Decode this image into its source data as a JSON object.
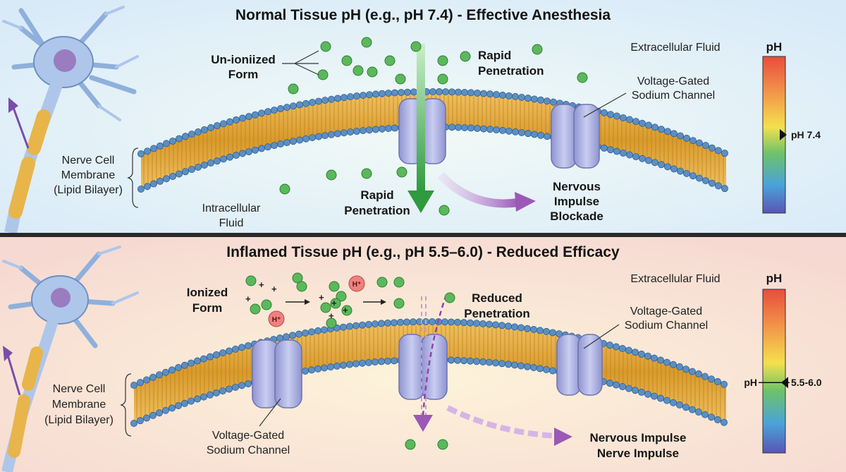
{
  "colors": {
    "top_bg": "#e4f1fb",
    "bottom_bg": "#fbe9e2",
    "molecule": "#5cb85c",
    "arrow_green": "#3fa34d",
    "arrow_purple": "#9b59b6",
    "channel": "#b7bce6",
    "head": "#5b8fc4",
    "tail": "#e3a93a",
    "h_ion": "#ef8080",
    "neuron": "#aec6ea"
  },
  "icons": [
    "neuron-icon",
    "sodium-channel-icon",
    "ph-scale-icon",
    "molecule-icon",
    "hydrogen-ion-icon"
  ],
  "top": {
    "title": "Normal Tissue pH (e.g., pH 7.4) - Effective Anesthesia",
    "unionized": [
      "Un-ioniized",
      "Form"
    ],
    "rapid_top": [
      "Rapid",
      "Penetration"
    ],
    "extracellular": "Extracellular Fluid",
    "channel": [
      "Voltage-Gated",
      "Sodium Channel"
    ],
    "membrane": [
      "Nerve Cell",
      "Membrane",
      "(Lipid Bilayer)"
    ],
    "intracellular": [
      "Intracellular",
      "Fluid"
    ],
    "rapid_bottom": [
      "Rapid",
      "Penetration"
    ],
    "blockade": [
      "Nervous",
      "Impulse",
      "Blockade"
    ],
    "ph_title": "pH",
    "ph_marker": "pH 7.4",
    "ph_level": 0.5
  },
  "bottom": {
    "title": "Inflamed Tissue pH (e.g., pH 5.5–6.0) - Reduced Efficacy",
    "ionized": [
      "Ionized",
      "Form"
    ],
    "hplus": "H⁺",
    "plus": "+",
    "reduced": [
      "Reduced",
      "Penetration"
    ],
    "extracellular": "Extracellular Fluid",
    "channel_right": [
      "Voltage-Gated",
      "Sodium Channel"
    ],
    "channel_left": [
      "Voltage-Gated",
      "Sodium Channel"
    ],
    "membrane": [
      "Nerve Cell",
      "Membrane",
      "(Lipid Bilayer)"
    ],
    "impulse": [
      "Nervous Impulse",
      "Nerve Impulse"
    ],
    "ph_title": "pH",
    "ph_left": "pH",
    "ph_marker": "5.5-6.0",
    "ph_level": 0.57
  }
}
